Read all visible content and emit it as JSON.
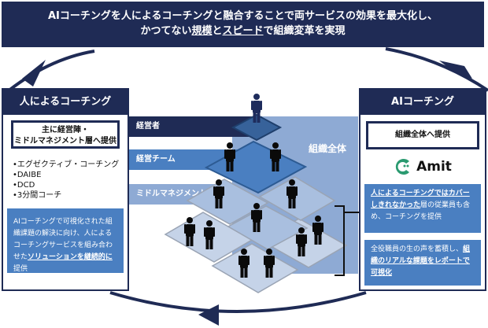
{
  "banner": {
    "line1": "AIコーチングを人によるコーチングと融合することで両サービスの効果を最大化し、",
    "line2_pre": "かつてない",
    "line2_u1": "規模",
    "line2_mid": "と",
    "line2_u2": "スピード",
    "line2_post": "で組織変革を実現"
  },
  "left_panel": {
    "title": "人によるコーチング",
    "target": {
      "line1": "主に経営陣・",
      "line2": "ミドルマネジメント層へ提供"
    },
    "services": [
      "•エグゼクティブ・コーチング",
      "•DAIBE",
      "•DCD",
      "•3分間コーチ"
    ],
    "desc": {
      "text": "AIコーチングで可視化された組織課題の解決に向け、人によるコーチングサービスを組み合わせた",
      "underline": "ソリューションを継続的に",
      "tail": "提供"
    }
  },
  "right_panel": {
    "title": "AIコーチング",
    "target": "組織全体へ提供",
    "logo": {
      "name": "Amit",
      "color": "#2a9a70"
    },
    "box1": {
      "underline": "人によるコーチングではカバーしきれなかった",
      "text": "層の従業員も含め、コーチングを提供"
    },
    "box2": {
      "text": "全役職員の生の声を蓄積し、",
      "underline": "組織のリアルな課題をレポートで可視化"
    }
  },
  "pyramid": {
    "levels": [
      {
        "label": "経営者",
        "color": "#1f2b55"
      },
      {
        "label": "経営チーム",
        "color": "#4a7fc1"
      },
      {
        "label": "ミドルマネジメント",
        "color": "#8eaad4"
      }
    ],
    "whole_label": "組織全体",
    "colors": {
      "navy": "#1f2b55",
      "blue": "#4a7fc1",
      "light": "#8eaad4",
      "pale": "#c5d3e8"
    }
  }
}
